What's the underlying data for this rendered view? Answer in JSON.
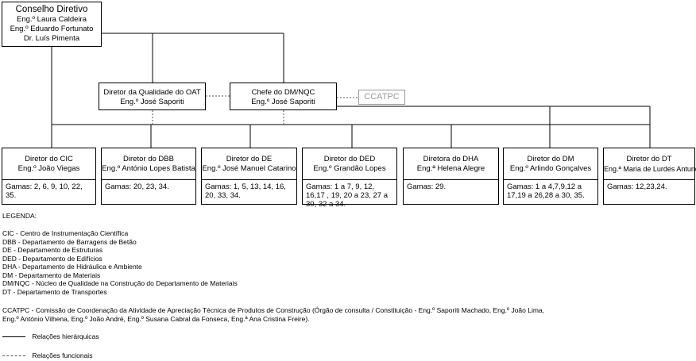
{
  "board": {
    "title": "Conselho Diretivo",
    "members": [
      "Eng.º Laura Caldeira",
      "Eng.º Eduardo Fortunato",
      "Dr. Luís Pimenta"
    ]
  },
  "oat": {
    "title": "Diretor da Qualidade do OAT",
    "person": "Eng.º José Saporiti"
  },
  "dmnqc": {
    "title": "Chefe do DM/NQC",
    "person": "Eng.º José Saporiti"
  },
  "ccatpc": {
    "label": "CCATPC"
  },
  "departments": [
    {
      "title": "Diretor do CIC",
      "person": "Eng.º João Viegas",
      "gamas": "Gamas: 2, 6, 9, 10, 22, 35."
    },
    {
      "title": "Diretor do DBB",
      "person": "Eng.º António Lopes Batista",
      "gamas": "Gamas: 20, 23, 34."
    },
    {
      "title": "Diretor do DE",
      "person": "Eng.º José Manuel Catarino",
      "gamas": "Gamas: 1, 5, 13, 14, 16, 20, 33, 34."
    },
    {
      "title": "Diretor do DED",
      "person": "Eng.º Grandão Lopes",
      "gamas": "Gamas: 1 a 7, 9, 12, 16,17 , 19, 20 a 23, 27 a 30, 32 a 34."
    },
    {
      "title": "Diretora do DHA",
      "person": "Eng.ª Helena Alegre",
      "gamas": "Gamas: 29."
    },
    {
      "title": "Diretor do DM",
      "person": "Eng.º Arlindo Gonçalves",
      "gamas": "Gamas: 1 a 4,7,9,12 a 17,19 a 26,28 a 30, 35."
    },
    {
      "title": "Diretor do DT",
      "person": "Eng.ª Maria de Lurdes Antunes",
      "gamas": "Gamas: 12,23,24."
    }
  ],
  "legend": {
    "title": "LEGENDA:",
    "items": [
      "CIC - Centro de Instrumentação Científica",
      "DBB - Departamento de Barragens de Betão",
      "DE - Departamento de Estruturas",
      "DED - Departamento de Edifícios",
      "DHA - Departamento de Hidráulica e Ambiente",
      "DM - Departamento de Materiais",
      "DM/NQC - Núcleo de Qualidade na Construção do Departamento de Materiais",
      "DT - Departamento de Transportes"
    ],
    "ccatpc_note_line1": "CCATPC - Comissão de Coordenação da Atividade de Apreciação Técnica de Produtos de Construção (Órgão de consulta / Constituição -  Eng.º Saporiti Machado, Eng.º João Lima,",
    "ccatpc_note_line2": "Eng.º António Vilhena, Eng.º João André, Eng.º Susana Cabral da Fonseca, Eng.ª Ana Cristina Freire).",
    "hierarchical": "Relações hierárquicas",
    "functional": "Relações funcionais"
  }
}
